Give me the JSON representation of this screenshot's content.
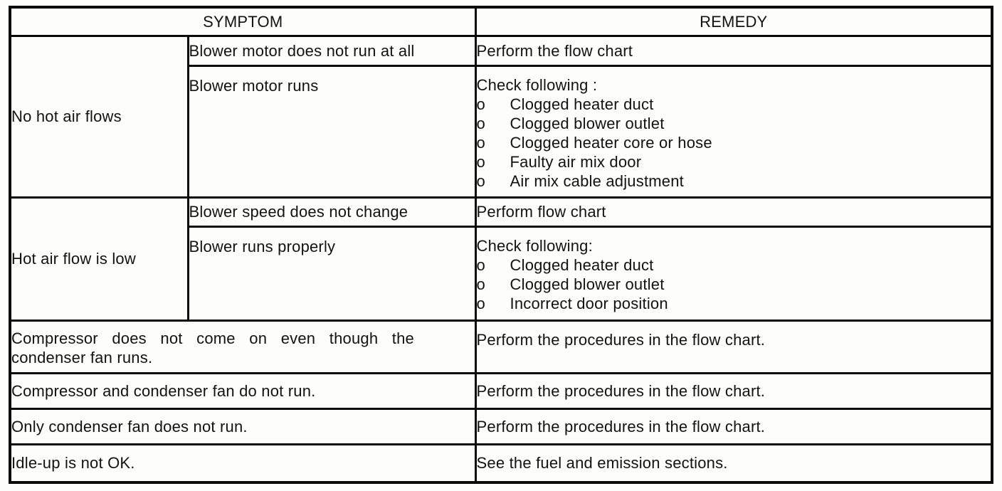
{
  "table": {
    "header": {
      "symptom_label": "SYMPTOM",
      "remedy_label": "REMEDY"
    },
    "bullet_marker": "o",
    "section1": {
      "category": "No hot air flows",
      "sub1": {
        "symptom": "Blower motor does not run at all",
        "remedy": "Perform the flow chart"
      },
      "sub2": {
        "symptom": "Blower motor runs",
        "remedy_title": "Check following :",
        "remedy_items": [
          "Clogged heater duct",
          "Clogged blower outlet",
          "Clogged heater core or hose",
          "Faulty air mix door",
          "Air mix cable adjustment"
        ]
      }
    },
    "section2": {
      "category": "Hot air flow is low",
      "sub1": {
        "symptom": "Blower speed does not change",
        "remedy": "Perform flow chart"
      },
      "sub2": {
        "symptom": "Blower runs properly",
        "remedy_title": "Check following:",
        "remedy_items": [
          "Clogged heater duct",
          "Clogged blower outlet",
          "Incorrect door position"
        ]
      }
    },
    "simple_rows": [
      {
        "symptom": "Compressor does not come on even though the condenser fan runs.",
        "remedy": "Perform the procedures in the flow chart."
      },
      {
        "symptom": "Compressor and condenser fan do not run.",
        "remedy": "Perform the procedures in the flow chart."
      },
      {
        "symptom": "Only condenser fan does not run.",
        "remedy": "Perform the procedures in the flow chart."
      },
      {
        "symptom": "Idle-up is not OK.",
        "remedy": "See the fuel and emission sections."
      }
    ]
  }
}
